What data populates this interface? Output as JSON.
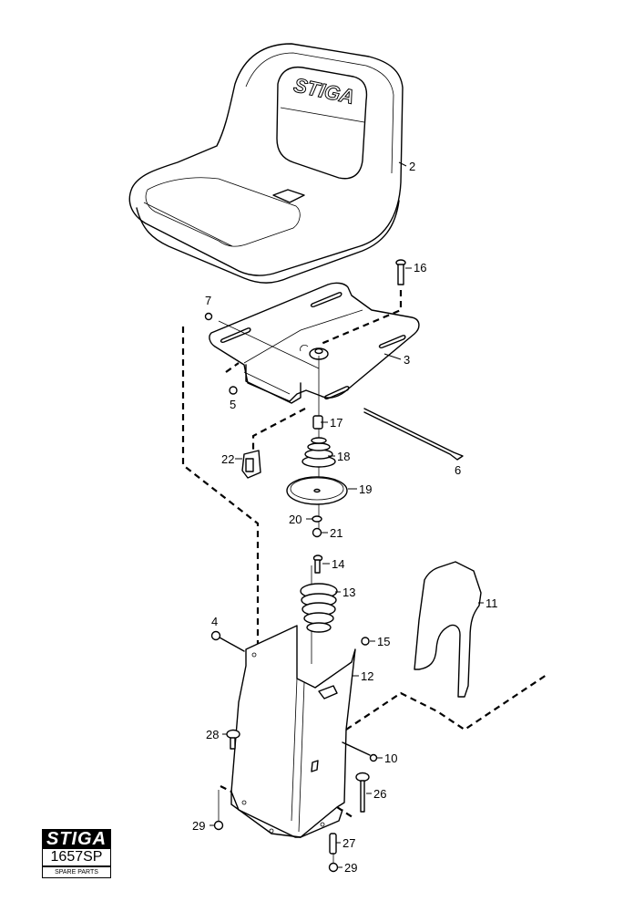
{
  "document": {
    "type": "exploded parts diagram",
    "subject": "seat assembly"
  },
  "seat_brand_text": "STIGA",
  "badge": {
    "brand": "STIGA",
    "code": "1657SP",
    "subtitle": "SPARE PARTS"
  },
  "callouts": [
    {
      "id": "2",
      "label": "2"
    },
    {
      "id": "3",
      "label": "3"
    },
    {
      "id": "4",
      "label": "4"
    },
    {
      "id": "5",
      "label": "5"
    },
    {
      "id": "6",
      "label": "6"
    },
    {
      "id": "7",
      "label": "7"
    },
    {
      "id": "10",
      "label": "10"
    },
    {
      "id": "11",
      "label": "11"
    },
    {
      "id": "12",
      "label": "12"
    },
    {
      "id": "13",
      "label": "13"
    },
    {
      "id": "14",
      "label": "14"
    },
    {
      "id": "15",
      "label": "15"
    },
    {
      "id": "16",
      "label": "16"
    },
    {
      "id": "17",
      "label": "17"
    },
    {
      "id": "18",
      "label": "18"
    },
    {
      "id": "19",
      "label": "19"
    },
    {
      "id": "20",
      "label": "20"
    },
    {
      "id": "21",
      "label": "21"
    },
    {
      "id": "22",
      "label": "22"
    },
    {
      "id": "26",
      "label": "26"
    },
    {
      "id": "27",
      "label": "27"
    },
    {
      "id": "28",
      "label": "28"
    },
    {
      "id": "29a",
      "label": "29"
    },
    {
      "id": "29b",
      "label": "29"
    }
  ]
}
